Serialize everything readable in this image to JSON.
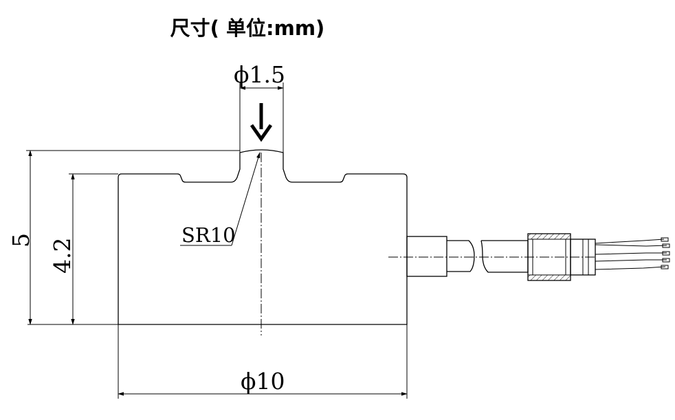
{
  "title": "尺寸( 单位:mm)",
  "dimensions": {
    "sensing_diameter": "ϕ1.5",
    "total_height": "5",
    "body_height": "4.2",
    "sphere_radius": "SR10",
    "body_diameter": "ϕ10"
  }
}
